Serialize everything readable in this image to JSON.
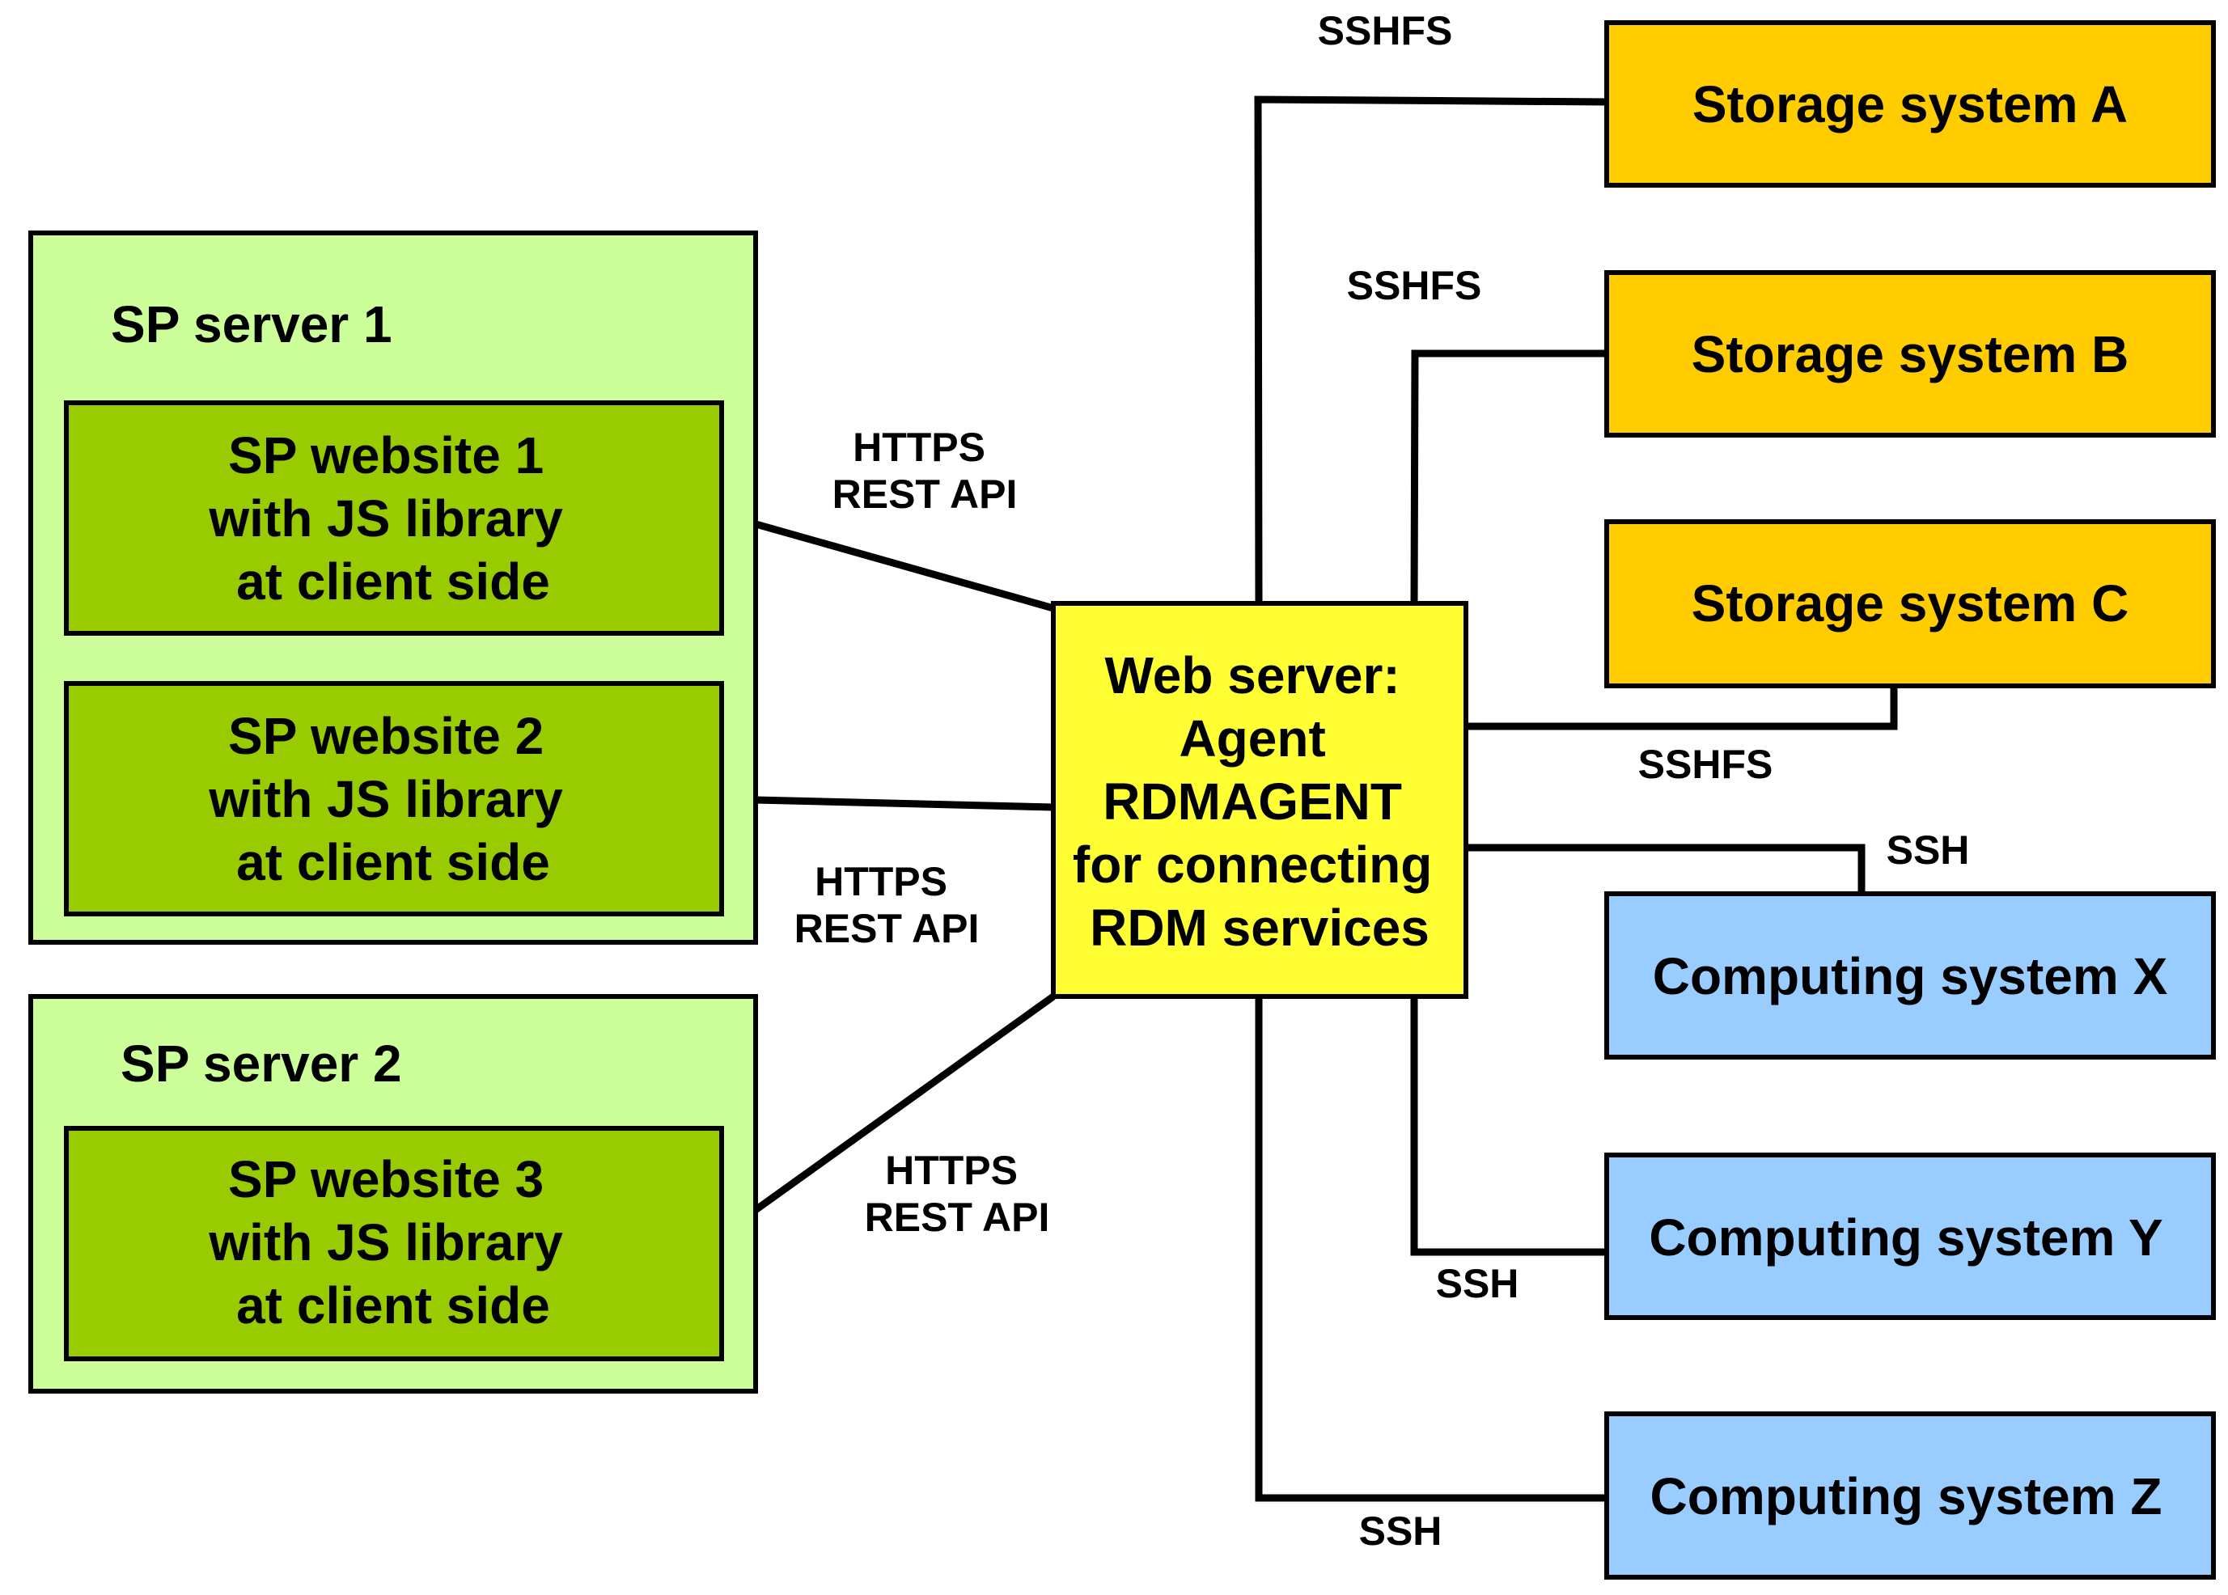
{
  "colors": {
    "server_fill": "#ccff99",
    "website_fill": "#99cc00",
    "webserver_fill": "#ffff33",
    "storage_fill": "#ffcc00",
    "computing_fill": "#99ccff",
    "stroke": "#000000",
    "background": "#ffffff"
  },
  "servers": [
    {
      "label": "SP server 1"
    },
    {
      "label": "SP server 2"
    }
  ],
  "websites": [
    {
      "lines": [
        "SP website 1",
        "with JS library",
        "at client side"
      ]
    },
    {
      "lines": [
        "SP website 2",
        "with JS library",
        "at client side"
      ]
    },
    {
      "lines": [
        "SP website 3",
        "with JS library",
        "at client side"
      ]
    }
  ],
  "web_server": {
    "lines": [
      "Web server:",
      "Agent",
      "RDMAGENT",
      "for connecting",
      "RDM services"
    ]
  },
  "storage_systems": [
    {
      "label": "Storage system A"
    },
    {
      "label": "Storage system B"
    },
    {
      "label": "Storage system C"
    }
  ],
  "computing_systems": [
    {
      "label": "Computing system X"
    },
    {
      "label": "Computing system Y"
    },
    {
      "label": "Computing system Z"
    }
  ],
  "connection_labels": {
    "https_1": [
      "HTTPS",
      "REST API"
    ],
    "https_2": [
      "HTTPS",
      "REST API"
    ],
    "https_3": [
      "HTTPS",
      "REST API"
    ],
    "sshfs_a": "SSHFS",
    "sshfs_b": "SSHFS",
    "sshfs_c": "SSHFS",
    "ssh_x": "SSH",
    "ssh_y": "SSH",
    "ssh_z": "SSH"
  }
}
